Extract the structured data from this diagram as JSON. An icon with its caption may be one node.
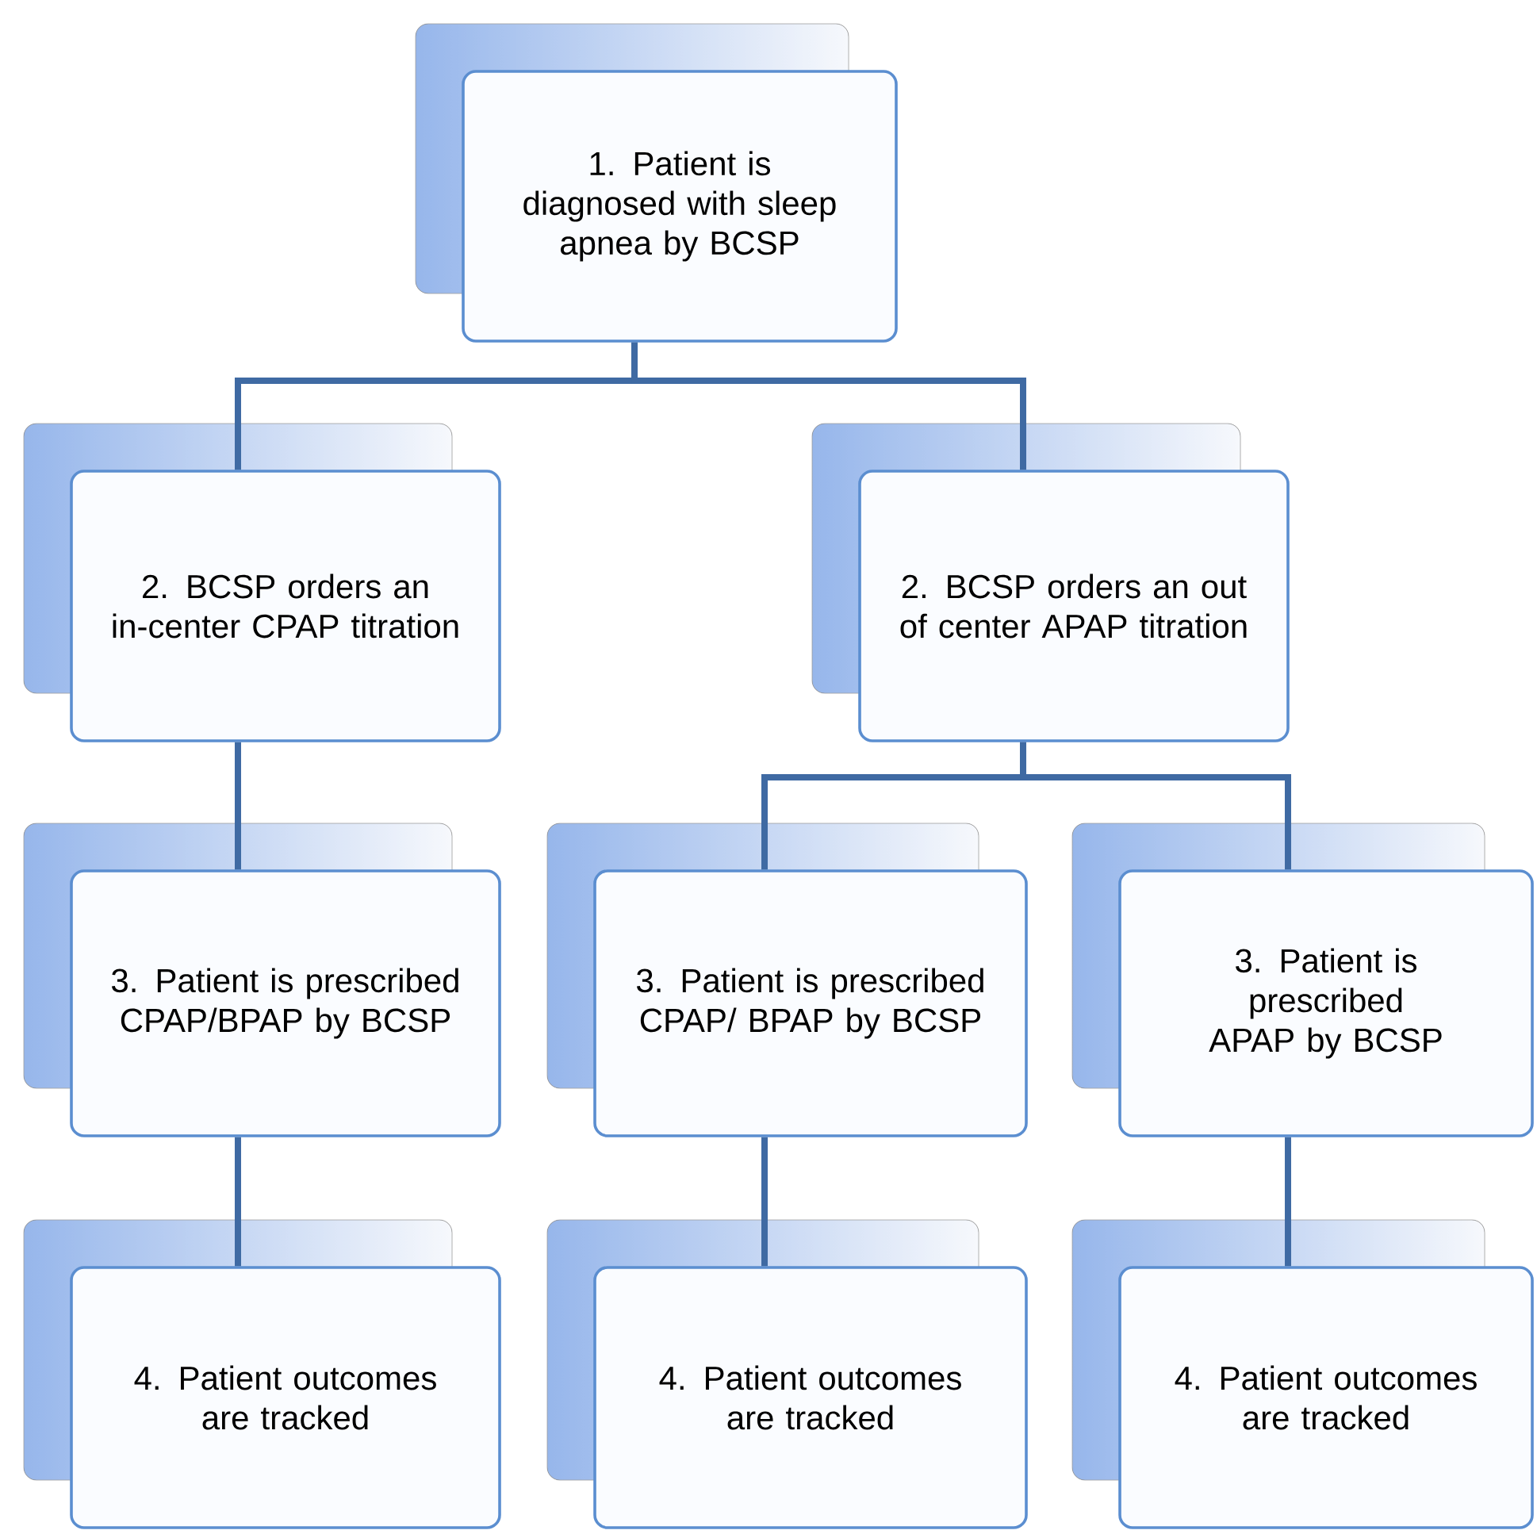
{
  "diagram": {
    "nodes": [
      {
        "text": [
          "1. Patient is diagnosed with sleep apnea by BCSP"
        ]
      },
      {
        "text": [
          "2. BCSP orders an in-center CPAP titration"
        ]
      },
      {
        "text": [
          "2. BCSP orders an out of center APAP titration"
        ]
      },
      {
        "text": [
          "3. Patient is prescribed CPAP/BPAP by BCSP"
        ]
      },
      {
        "text": [
          "3. Patient is prescribed CPAP/ BPAP by BCSP"
        ]
      },
      {
        "text": [
          "3. Patient is prescribed APAP by BCSP"
        ]
      },
      {
        "text": [
          "4. Patient outcomes are tracked"
        ]
      },
      {
        "text": [
          "4. Patient outcomes are tracked"
        ]
      },
      {
        "text": [
          "4. Patient outcomes are tracked"
        ]
      }
    ],
    "edges": [
      {
        "from": 0,
        "to": 1,
        "arrow": "none"
      },
      {
        "from": 0,
        "to": 2,
        "arrow": "none"
      },
      {
        "from": 1,
        "to": 3,
        "arrow": "none"
      },
      {
        "from": 2,
        "to": 4,
        "arrow": "none"
      },
      {
        "from": 2,
        "to": 5,
        "arrow": "none"
      },
      {
        "from": 3,
        "to": 6,
        "arrow": "none"
      },
      {
        "from": 4,
        "to": 7,
        "arrow": "none"
      },
      {
        "from": 5,
        "to": 8,
        "arrow": "none"
      }
    ]
  }
}
